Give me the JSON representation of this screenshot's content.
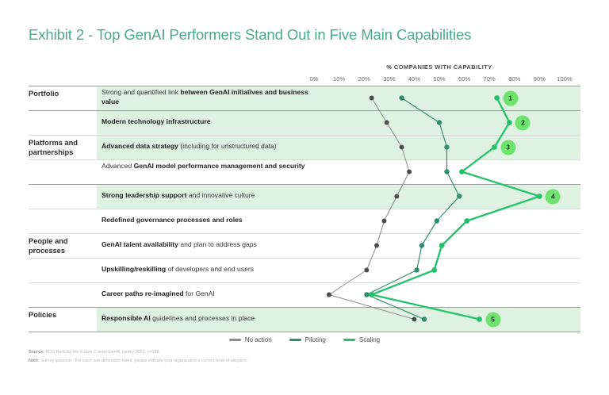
{
  "title": "Exhibit 2 - Top GenAI Performers Stand Out in Five Main Capabilities",
  "axis_caption": "% COMPANIES WITH CAPABILITY",
  "ticks": [
    "0%",
    "10%",
    "20%",
    "30%",
    "40%",
    "50%",
    "60%",
    "70%",
    "80%",
    "90%",
    "100%"
  ],
  "groups": [
    {
      "name": "Portfolio"
    },
    {
      "name": "Platforms and partnerships"
    },
    {
      "name": "People and processes"
    },
    {
      "name": "Policies"
    }
  ],
  "legend": [
    {
      "label": "No action",
      "color": "#8c8c8c"
    },
    {
      "label": "Piloting",
      "color": "#2f8f6d"
    },
    {
      "label": "Scaling",
      "color": "#24c26a"
    }
  ],
  "badges": [
    {
      "label": "1",
      "row": 0
    },
    {
      "label": "2",
      "row": 1
    },
    {
      "label": "3",
      "row": 2
    },
    {
      "label": "4",
      "row": 4
    },
    {
      "label": "5",
      "row": 9
    }
  ],
  "footnotes": {
    "source_label": "Source:",
    "source_text": "BCG Build for the Future C-level GenAI survey 2023, n=158",
    "note_label": "Note:",
    "note_text": "Survey question:  “For each sub-dimension listed, please indicate your organization’s current level of adoption.”"
  },
  "colors": {
    "title": "#4aab8a",
    "band": "#dff2e2",
    "no_action": "#8c8c8c",
    "piloting": "#2f8f6d",
    "scaling": "#24c26a",
    "badge_bg": "#6ee36e"
  },
  "chart_data": {
    "type": "line",
    "orientation": "horizontal",
    "title": "Exhibit 2 - Top GenAI Performers Stand Out in Five Main Capabilities",
    "xlabel": "% COMPANIES WITH CAPABILITY",
    "ylabel": "",
    "xlim": [
      0,
      100
    ],
    "xticks": [
      0,
      10,
      20,
      30,
      40,
      50,
      60,
      70,
      80,
      90,
      100
    ],
    "grid": true,
    "legend_position": "bottom-center",
    "categories": [
      "Strong and quantified link between GenAI initiatives and business value",
      "Modern technology infrastructure",
      "Advanced data strategy (including for unstructured data)",
      "Advanced GenAI model performance management and security",
      "Strong leadership support and innovative culture",
      "Redefined governance processes and roles",
      "GenAI talent availability and plan to address gaps",
      "Upskilling/reskilling of developers and end users",
      "Career paths re-imagined for GenAI",
      "Responsible AI guidelines and processes in place"
    ],
    "series": [
      {
        "name": "No action",
        "color": "#8c8c8c",
        "values": [
          23,
          29,
          35,
          38,
          33,
          28,
          25,
          21,
          6,
          40
        ]
      },
      {
        "name": "Piloting",
        "color": "#2f8f6d",
        "values": [
          35,
          50,
          53,
          53,
          58,
          49,
          43,
          41,
          21,
          44
        ]
      },
      {
        "name": "Scaling",
        "color": "#24c26a",
        "values": [
          73,
          78,
          72,
          59,
          90,
          61,
          51,
          48,
          23,
          66
        ]
      }
    ],
    "highlighted_rows": [
      0,
      1,
      2,
      4,
      9
    ],
    "highlight_badges": [
      "1",
      "2",
      "3",
      "4",
      "5"
    ]
  },
  "rows": [
    {
      "bold_lead": "",
      "text_parts": [
        {
          "t": "Strong and quantified link ",
          "b": false
        },
        {
          "t": "between GenAI initiatives and business value",
          "b": true
        }
      ],
      "highlight": true,
      "lines": 2
    },
    {
      "text_parts": [
        {
          "t": "Modern technology infrastructure",
          "b": true
        }
      ],
      "highlight": true,
      "lines": 1
    },
    {
      "text_parts": [
        {
          "t": "Advanced data strategy ",
          "b": true
        },
        {
          "t": "(including for unstructured data)",
          "b": false
        }
      ],
      "highlight": true,
      "lines": 1
    },
    {
      "text_parts": [
        {
          "t": "Advanced ",
          "b": false
        },
        {
          "t": "GenAI model performance management and security",
          "b": true
        }
      ],
      "highlight": false,
      "lines": 2
    },
    {
      "text_parts": [
        {
          "t": "Strong leadership support ",
          "b": true
        },
        {
          "t": "and innovative culture",
          "b": false
        }
      ],
      "highlight": true,
      "lines": 1
    },
    {
      "text_parts": [
        {
          "t": "Redefined governance processes and roles",
          "b": true
        }
      ],
      "highlight": false,
      "lines": 1
    },
    {
      "text_parts": [
        {
          "t": "GenAI talent availability ",
          "b": true
        },
        {
          "t": "and plan to address gaps",
          "b": false
        }
      ],
      "highlight": false,
      "lines": 1
    },
    {
      "text_parts": [
        {
          "t": "Upskilling/reskilling ",
          "b": true
        },
        {
          "t": "of developers and end users",
          "b": false
        }
      ],
      "highlight": false,
      "lines": 1
    },
    {
      "text_parts": [
        {
          "t": "Career paths re-imagined ",
          "b": true
        },
        {
          "t": "for GenAI",
          "b": false
        }
      ],
      "highlight": false,
      "lines": 1
    },
    {
      "text_parts": [
        {
          "t": "Responsible AI ",
          "b": true
        },
        {
          "t": "guidelines and processes in place",
          "b": false
        }
      ],
      "highlight": true,
      "lines": 1
    }
  ]
}
